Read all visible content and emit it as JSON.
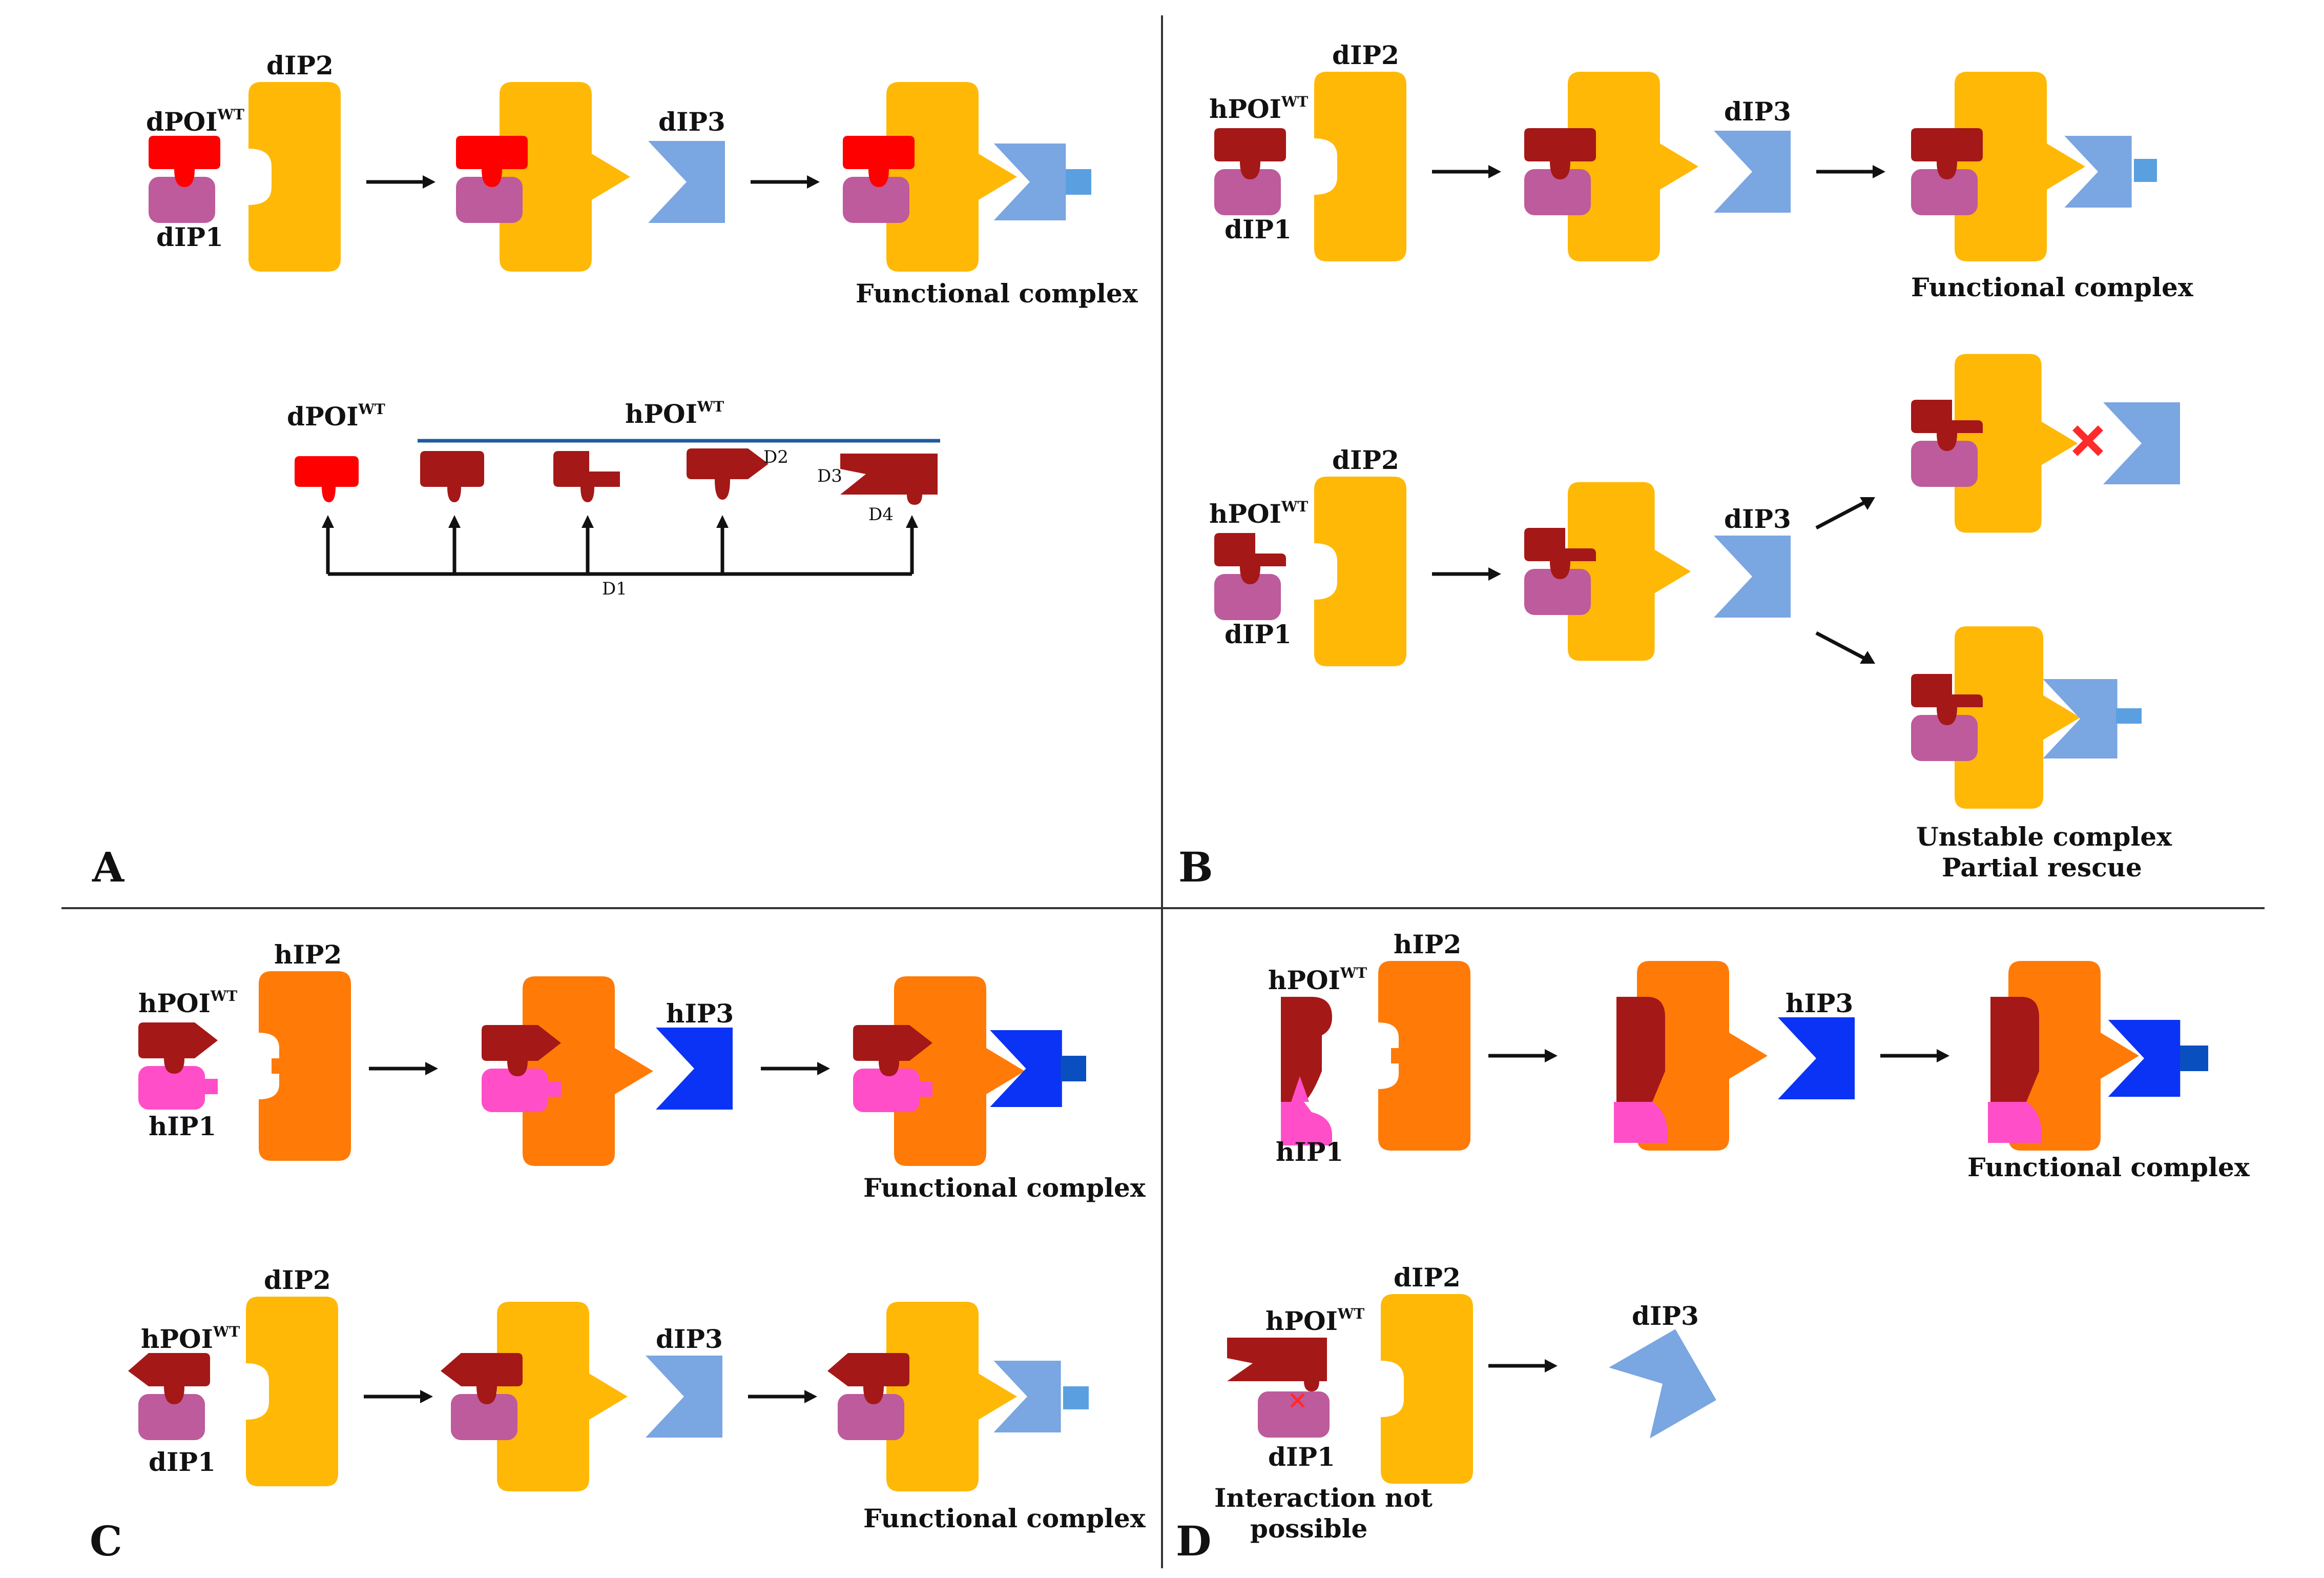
{
  "colors": {
    "dIP1": "#bd5b9c",
    "dIP2": "#ffb806",
    "dIP3": "#7aa6e2",
    "dIP3_tab": "#5aa0e0",
    "hIP1": "#ff4ec8",
    "hIP2": "#ff7a06",
    "hIP3": "#0a33f5",
    "hIP3_tab": "#0a4fc0",
    "dPOI": "#ff0000",
    "hPOI": "#a51818",
    "blue_line": "#1f5a9e",
    "red_x": "#ff2a2a",
    "divider": "#333333"
  },
  "panelA": {
    "letter": "A",
    "dPOI_base": "dPOI",
    "dPOI_sup": "WT",
    "dIP1": "dIP1",
    "dIP2": "dIP2",
    "dIP3": "dIP3",
    "caption": "Functional complex",
    "legend": {
      "dPOI_base": "dPOI",
      "dPOI_sup": "WT",
      "hPOI_base": "hPOI",
      "hPOI_sup": "WT",
      "D1": "D1",
      "D2": "D2",
      "D3": "D3",
      "D4": "D4"
    }
  },
  "panelB": {
    "letter": "B",
    "hPOI_base": "hPOI",
    "hPOI_sup": "WT",
    "dIP1": "dIP1",
    "dIP2": "dIP2",
    "dIP3": "dIP3",
    "caption_top": "Functional complex",
    "caption_line1": "Unstable complex",
    "caption_line2": "Partial rescue",
    "hPOI2_base": "hPOI",
    "hPOI2_sup": "WT",
    "dIP1_2": "dIP1",
    "dIP2_2": "dIP2",
    "dIP3_2": "dIP3"
  },
  "panelC": {
    "letter": "C",
    "hPOI_base": "hPOI",
    "hPOI_sup": "WT",
    "hIP1": "hIP1",
    "hIP2": "hIP2",
    "hIP3": "hIP3",
    "caption_top": "Functional complex",
    "hPOI2_base": "hPOI",
    "hPOI2_sup": "WT",
    "dIP1": "dIP1",
    "dIP2": "dIP2",
    "dIP3": "dIP3",
    "caption_bottom": "Functional complex"
  },
  "panelD": {
    "letter": "D",
    "hPOI_base": "hPOI",
    "hPOI_sup": "WT",
    "hIP1": "hIP1",
    "hIP2": "hIP2",
    "hIP3": "hIP3",
    "caption_top": "Functional complex",
    "hPOI2_base": "hPOI",
    "hPOI2_sup": "WT",
    "dIP1": "dIP1",
    "dIP2": "dIP2",
    "dIP3": "dIP3",
    "caption_line1": "Interaction not",
    "caption_line2": "possible"
  }
}
